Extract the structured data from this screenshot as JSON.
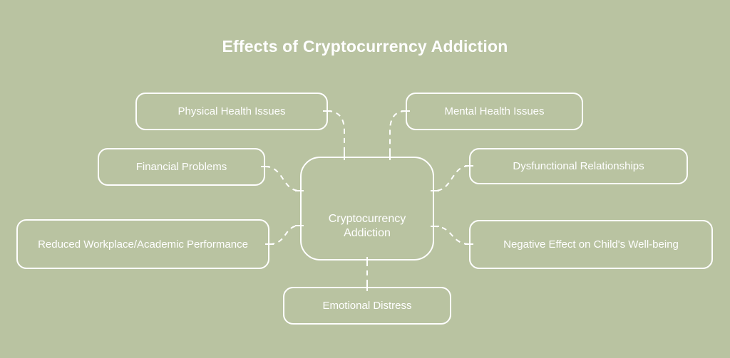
{
  "canvas": {
    "background_color": "#b9c3a1",
    "line_color": "#ffffff",
    "text_color": "#ffffff"
  },
  "title": "Effects of Cryptocurrency Addiction",
  "diagram": {
    "type": "mind-map",
    "center": {
      "id": "center",
      "label": "Cryptocurrency Addiction"
    },
    "nodes": [
      {
        "id": "physical-health-issues",
        "label": "Physical Health Issues"
      },
      {
        "id": "mental-health-issues",
        "label": "Mental Health Issues"
      },
      {
        "id": "financial-problems",
        "label": "Financial Problems"
      },
      {
        "id": "dysfunctional-relationships",
        "label": "Dysfunctional Relationships"
      },
      {
        "id": "reduced-workplace-academic-performance",
        "label": "Reduced Workplace/Academic Performance"
      },
      {
        "id": "negative-effect-on-childs-well-being",
        "label": "Negative Effect on Child's Well-being"
      },
      {
        "id": "emotional-distress",
        "label": "Emotional Distress"
      }
    ],
    "edges": [
      {
        "from": "center",
        "to": "physical-health-issues",
        "style": "dashed"
      },
      {
        "from": "center",
        "to": "mental-health-issues",
        "style": "dashed"
      },
      {
        "from": "center",
        "to": "financial-problems",
        "style": "dashed"
      },
      {
        "from": "center",
        "to": "dysfunctional-relationships",
        "style": "dashed"
      },
      {
        "from": "center",
        "to": "reduced-workplace-academic-performance",
        "style": "dashed"
      },
      {
        "from": "center",
        "to": "negative-effect-on-childs-well-being",
        "style": "dashed"
      },
      {
        "from": "center",
        "to": "emotional-distress",
        "style": "dashed"
      }
    ]
  }
}
